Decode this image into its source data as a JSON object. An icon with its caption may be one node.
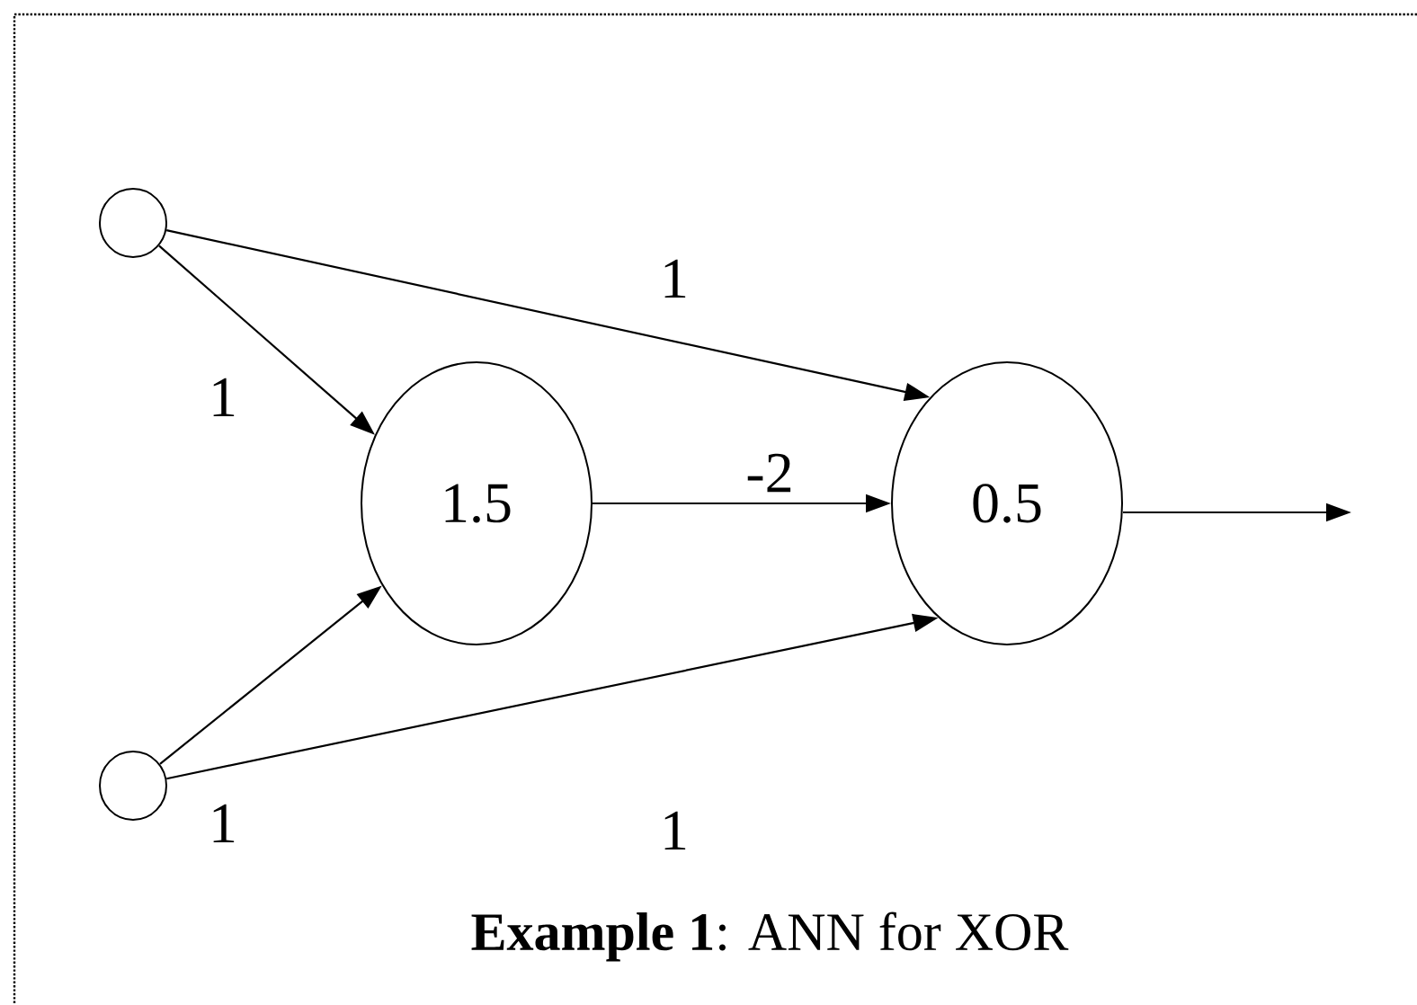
{
  "diagram": {
    "caption": "**Example 1**: ANN for XOR",
    "nodes": [
      {
        "text": [],
        "shape": "circle"
      },
      {
        "text": [],
        "shape": "circle"
      },
      {
        "text": [
          "1.5"
        ]
      },
      {
        "text": [
          "0.5"
        ]
      }
    ],
    "edges": [
      {
        "from": 0,
        "to": 2,
        "arrow": "to",
        "label": "1"
      },
      {
        "from": 0,
        "to": 3,
        "arrow": "to",
        "label": "1"
      },
      {
        "from": 1,
        "to": 2,
        "arrow": "to",
        "label": "1"
      },
      {
        "from": 1,
        "to": 3,
        "arrow": "to",
        "label": "1"
      },
      {
        "from": 2,
        "to": 3,
        "arrow": "to",
        "label": "-2"
      },
      {
        "from": 3,
        "to": null,
        "arrow": "to"
      }
    ]
  }
}
